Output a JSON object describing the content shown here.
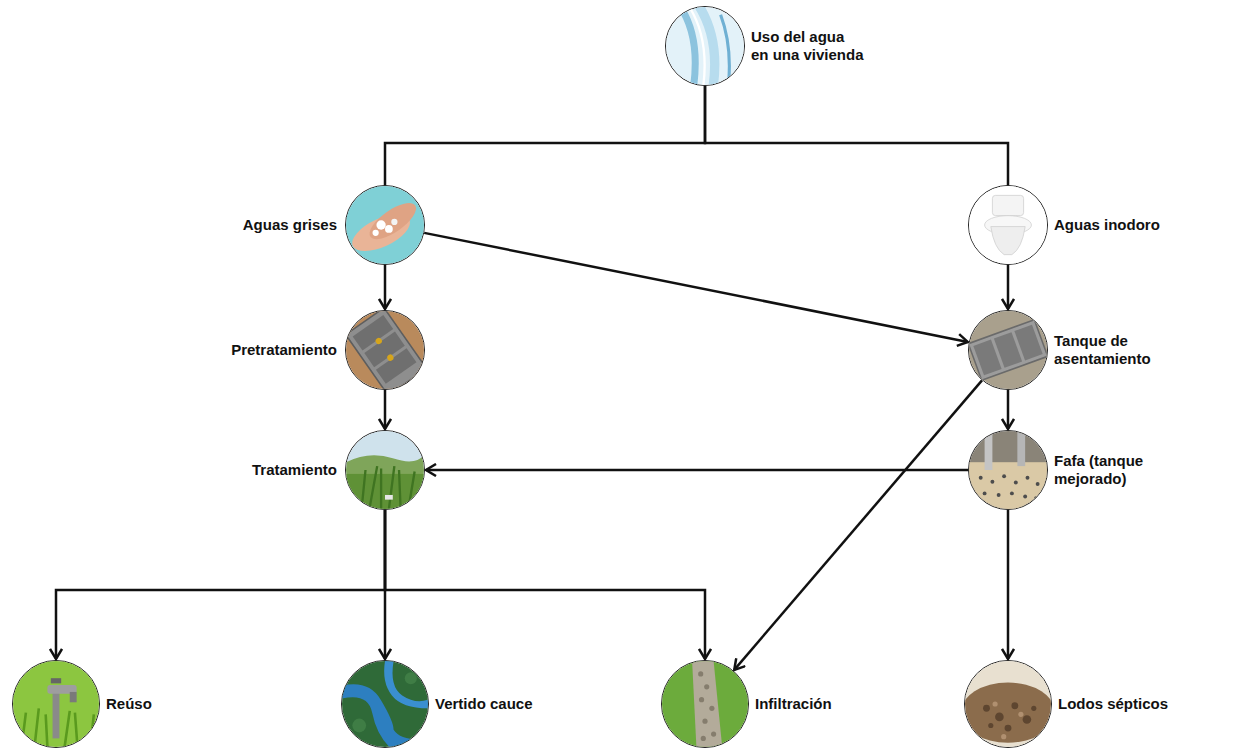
{
  "diagram": {
    "nodes": [
      {
        "text": [
          "Uso del agua en una vivienda"
        ]
      },
      {
        "text": [
          "Aguas grises"
        ]
      },
      {
        "text": [
          "Aguas inodoro"
        ]
      },
      {
        "text": [
          "Pretratamiento"
        ]
      },
      {
        "text": [
          "Tanque de asentamiento"
        ]
      },
      {
        "text": [
          "Tratamiento"
        ]
      },
      {
        "text": [
          "Fafa (tanque mejorado)"
        ]
      },
      {
        "text": [
          "Reúso"
        ]
      },
      {
        "text": [
          "Vertido cauce"
        ]
      },
      {
        "text": [
          "Infiltración"
        ]
      },
      {
        "text": [
          "Lodos sépticos"
        ]
      }
    ],
    "edges": [
      {
        "from": 0,
        "to": 1,
        "arrow": "none"
      },
      {
        "from": 0,
        "to": 2,
        "arrow": "none"
      },
      {
        "from": 1,
        "to": 3,
        "arrow": "to"
      },
      {
        "from": 1,
        "to": 4,
        "arrow": "to"
      },
      {
        "from": 2,
        "to": 4,
        "arrow": "to"
      },
      {
        "from": 3,
        "to": 5,
        "arrow": "to"
      },
      {
        "from": 4,
        "to": 6,
        "arrow": "to"
      },
      {
        "from": 4,
        "to": 9,
        "arrow": "to"
      },
      {
        "from": 6,
        "to": 5,
        "arrow": "to"
      },
      {
        "from": 6,
        "to": 10,
        "arrow": "to"
      },
      {
        "from": 5,
        "to": 7,
        "arrow": "to"
      },
      {
        "from": 5,
        "to": 8,
        "arrow": "to"
      },
      {
        "from": 5,
        "to": 9,
        "arrow": "to"
      }
    ]
  }
}
